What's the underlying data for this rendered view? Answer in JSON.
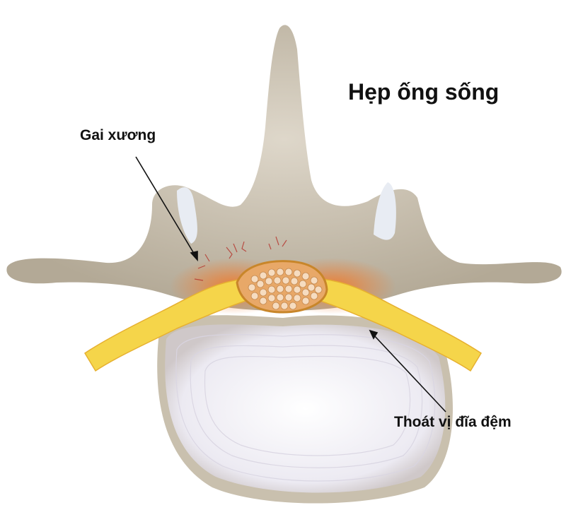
{
  "title": "Hẹp ống sống",
  "labels": {
    "bone_spur": "Gai xương",
    "herniated_disc": "Thoát vị đĩa đệm"
  },
  "colors": {
    "bone": "#cfc7b8",
    "bone_shadow": "#a79e8d",
    "disc": "#f3f3f8",
    "nerve": "#f5d54a",
    "inflammation": "#e8792a",
    "spinal_cord": "#e9b07a",
    "text": "#111111"
  }
}
